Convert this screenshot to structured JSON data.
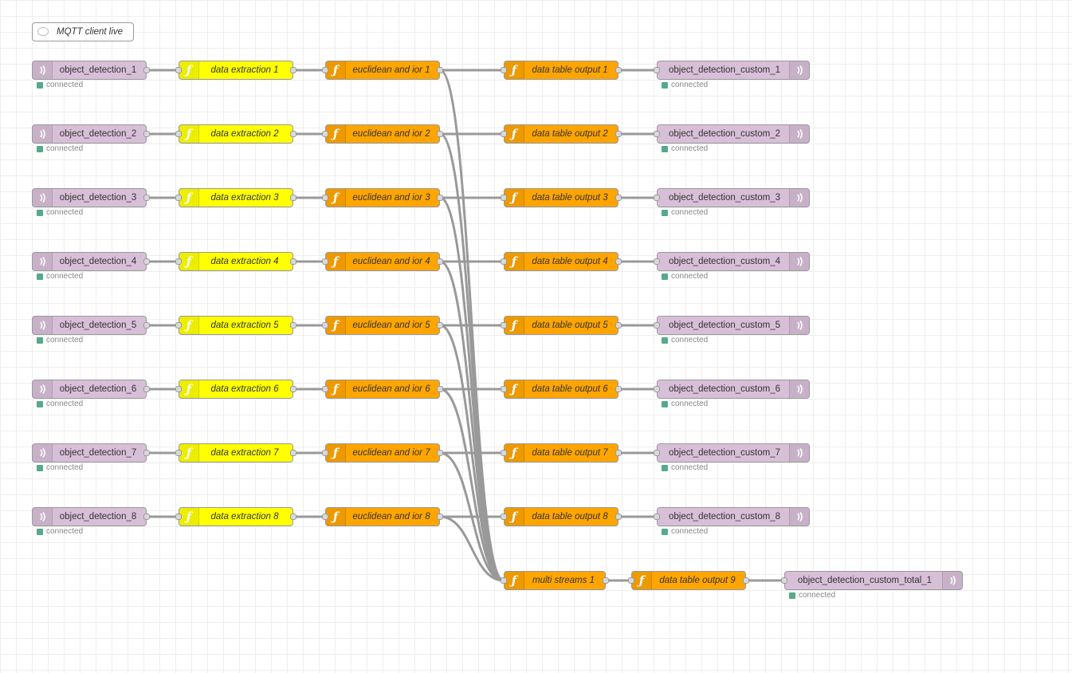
{
  "colors": {
    "mqtt": "#d8bfd8",
    "extract": "#ffff00",
    "func": "#ffa500",
    "wire": "#999999",
    "status_ok": "#55aa88"
  },
  "comment": {
    "label": "MQTT client live"
  },
  "rows": [
    {
      "mqtt_in": "object_detection_1",
      "extract": "data extraction 1",
      "euclid": "euclidean and ior 1",
      "table": "data table output 1",
      "mqtt_out": "object_detection_custom_1",
      "status_in": "connected",
      "status_out": "connected"
    },
    {
      "mqtt_in": "object_detection_2",
      "extract": "data extraction 2",
      "euclid": "euclidean and ior 2",
      "table": "data table output 2",
      "mqtt_out": "object_detection_custom_2",
      "status_in": "connected",
      "status_out": "connected"
    },
    {
      "mqtt_in": "object_detection_3",
      "extract": "data extraction 3",
      "euclid": "euclidean and ior 3",
      "table": "data table output 3",
      "mqtt_out": "object_detection_custom_3",
      "status_in": "connected",
      "status_out": "connected"
    },
    {
      "mqtt_in": "object_detection_4",
      "extract": "data extraction 4",
      "euclid": "euclidean and ior 4",
      "table": "data table output 4",
      "mqtt_out": "object_detection_custom_4",
      "status_in": "connected",
      "status_out": "connected"
    },
    {
      "mqtt_in": "object_detection_5",
      "extract": "data extraction 5",
      "euclid": "euclidean and ior 5",
      "table": "data table output 5",
      "mqtt_out": "object_detection_custom_5",
      "status_in": "connected",
      "status_out": "connected"
    },
    {
      "mqtt_in": "object_detection_6",
      "extract": "data extraction 6",
      "euclid": "euclidean and ior 6",
      "table": "data table output 6",
      "mqtt_out": "object_detection_custom_6",
      "status_in": "connected",
      "status_out": "connected"
    },
    {
      "mqtt_in": "object_detection_7",
      "extract": "data extraction 7",
      "euclid": "euclidean and ior 7",
      "table": "data table output 7",
      "mqtt_out": "object_detection_custom_7",
      "status_in": "connected",
      "status_out": "connected"
    },
    {
      "mqtt_in": "object_detection_8",
      "extract": "data extraction 8",
      "euclid": "euclidean and ior 8",
      "table": "data table output 8",
      "mqtt_out": "object_detection_custom_8",
      "status_in": "connected",
      "status_out": "connected"
    }
  ],
  "total": {
    "multi": "multi streams 1",
    "table": "data table output 9",
    "mqtt_out": "object_detection_custom_total_1",
    "status_out": "connected"
  }
}
